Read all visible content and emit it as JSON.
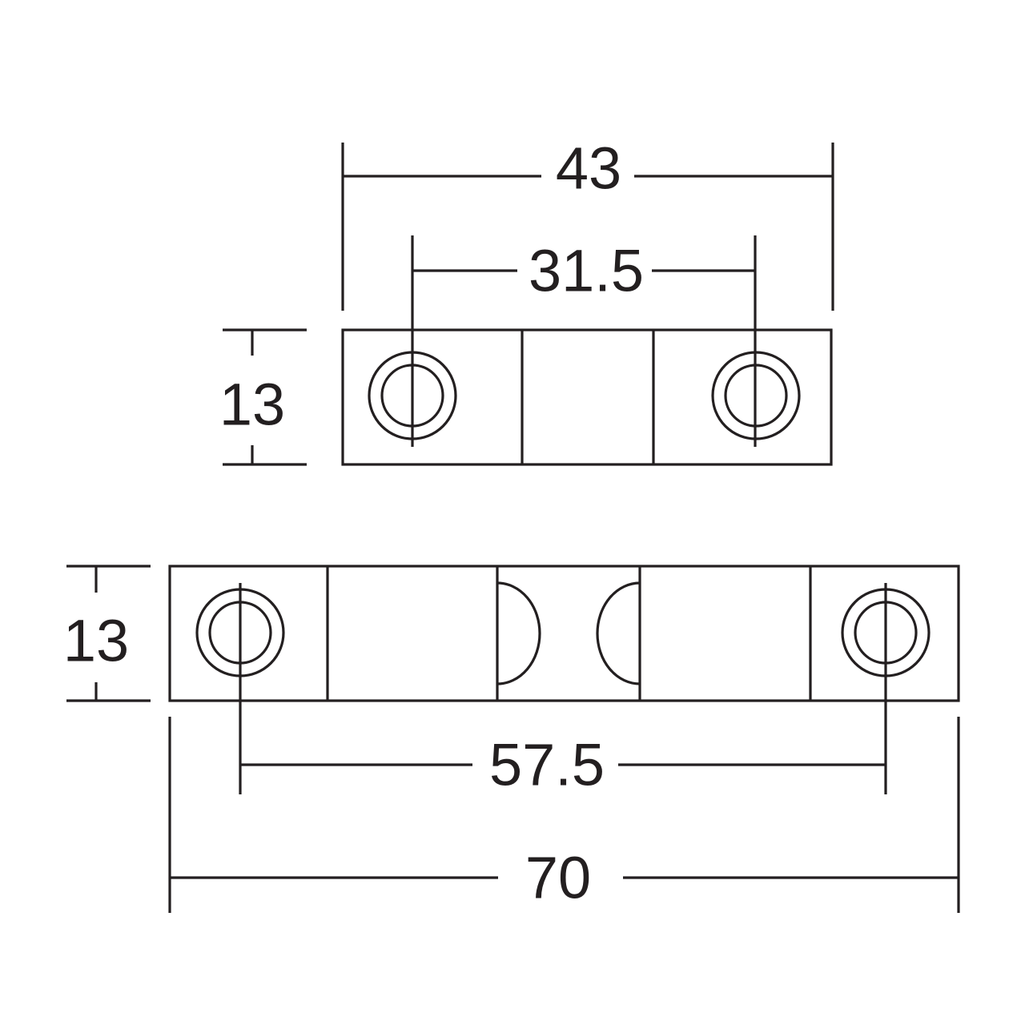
{
  "drawing": {
    "units": "mm",
    "line_color": "#231f20",
    "top_view": {
      "dimensions": {
        "overall_length": "43",
        "hole_spacing": "31.5",
        "height": "13"
      },
      "mounting_holes": 2
    },
    "bottom_view": {
      "dimensions": {
        "overall_length": "70",
        "hole_spacing": "57.5",
        "height": "13"
      },
      "mounting_holes": 2,
      "rollers": 2
    }
  }
}
